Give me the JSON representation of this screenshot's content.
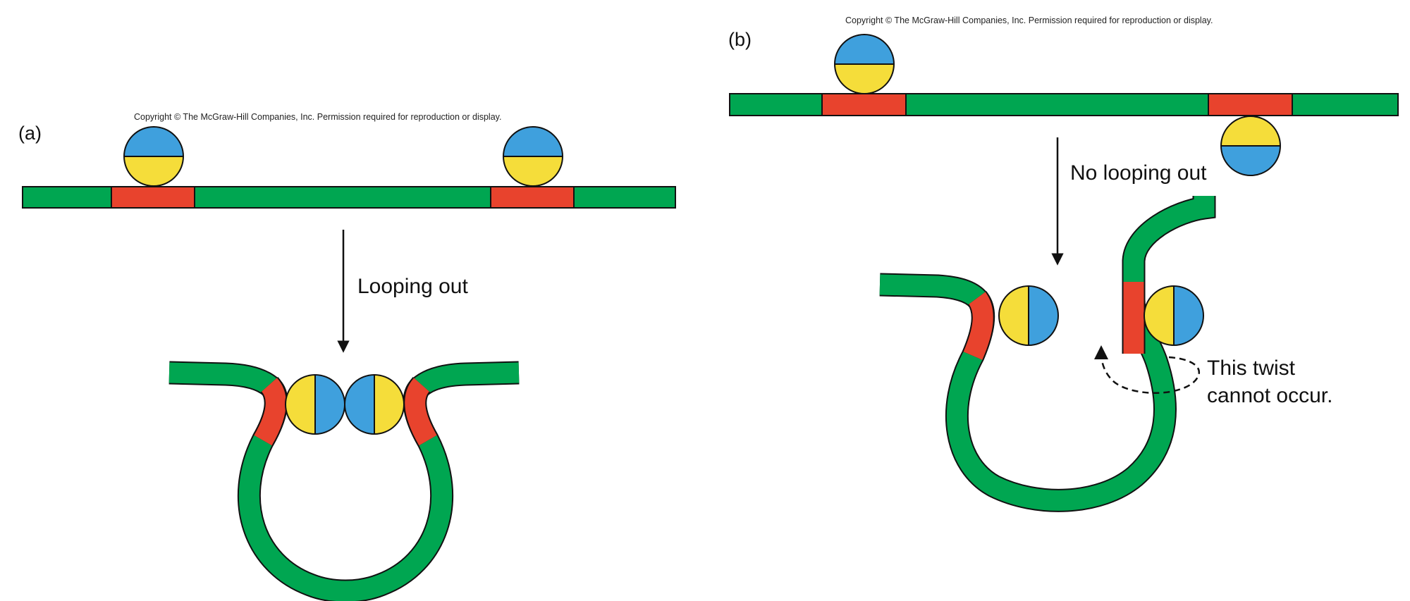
{
  "panels": {
    "a": {
      "label": "(a)",
      "copyright": "Copyright © The McGraw-Hill Companies, Inc. Permission required for reproduction or display.",
      "step_label": "Looping out"
    },
    "b": {
      "label": "(b)",
      "copyright": "Copyright © The McGraw-Hill Companies, Inc. Permission required for reproduction or display.",
      "step_label": "No looping out",
      "note_line1": "This twist",
      "note_line2": "cannot occur."
    }
  },
  "colors": {
    "dna": "#00a651",
    "binding_site": "#e8432d",
    "protein_blue": "#3fa0dd",
    "protein_yellow": "#f5dd3a",
    "outline": "#111111"
  }
}
